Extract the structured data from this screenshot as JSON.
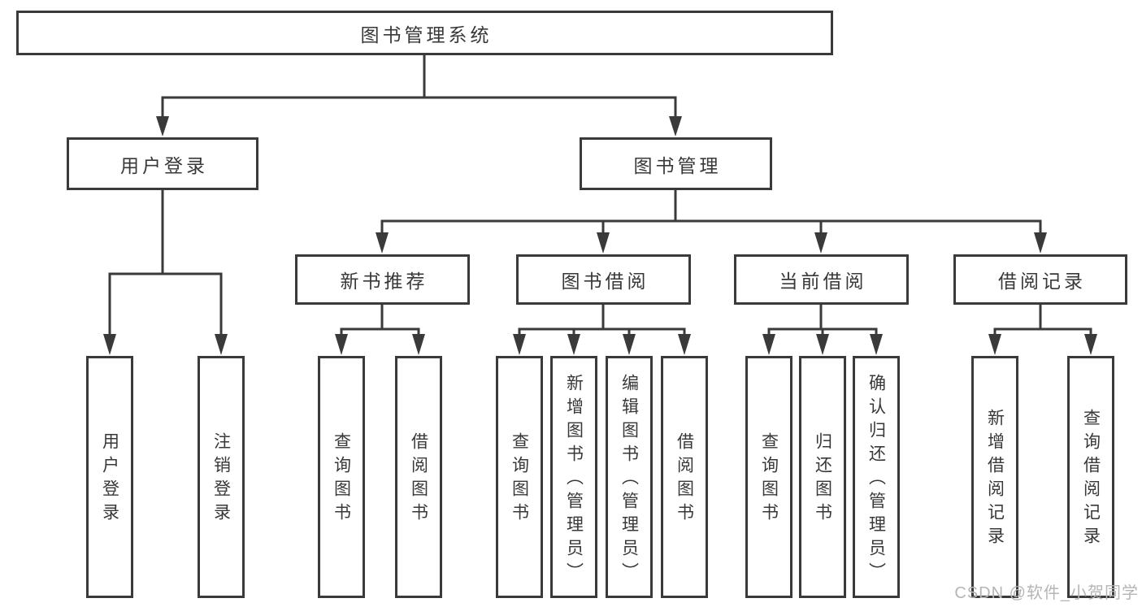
{
  "diagram": {
    "root": {
      "label": "图书管理系统"
    },
    "branches": [
      {
        "label": "用户登录",
        "children": [
          {
            "label": "用户登录"
          },
          {
            "label": "注销登录"
          }
        ]
      },
      {
        "label": "图书管理",
        "groups": [
          {
            "label": "新书推荐",
            "children": [
              {
                "label": "查询图书"
              },
              {
                "label": "借阅图书"
              }
            ]
          },
          {
            "label": "图书借阅",
            "children": [
              {
                "label": "查询图书"
              },
              {
                "label": "新增图书（管理员）"
              },
              {
                "label": "编辑图书（管理员）"
              },
              {
                "label": "借阅图书"
              }
            ]
          },
          {
            "label": "当前借阅",
            "children": [
              {
                "label": "查询图书"
              },
              {
                "label": "归还图书"
              },
              {
                "label": "确认归还（管理员）"
              }
            ]
          },
          {
            "label": "借阅记录",
            "children": [
              {
                "label": "新增借阅记录"
              },
              {
                "label": "查询借阅记录"
              }
            ]
          }
        ]
      }
    ]
  },
  "watermark": {
    "text": "CSDN @软件_小贺同学"
  },
  "colors": {
    "line": "#3a3a3a",
    "text": "#383838",
    "box_bg": "#ffffff",
    "page_bg": "#ffffff",
    "wm": "#b5b5b5"
  }
}
